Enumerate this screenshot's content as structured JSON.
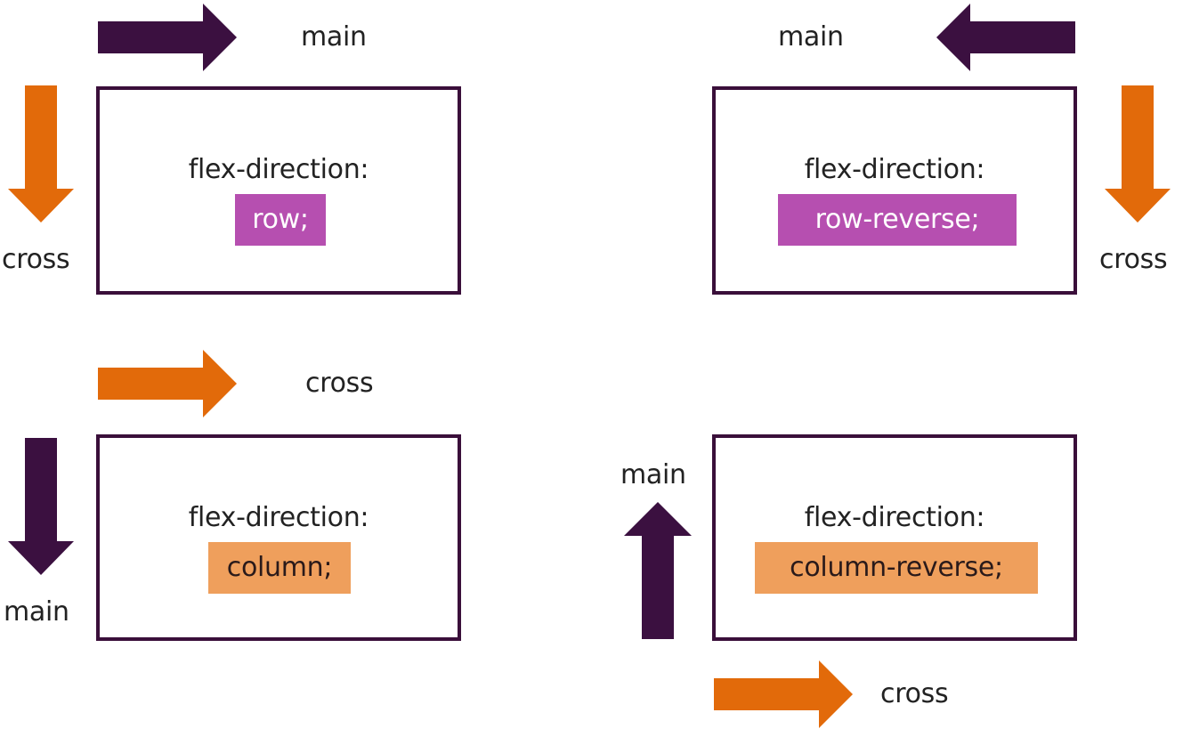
{
  "colors": {
    "main_axis": "#3b1040",
    "cross_axis": "#e26a0a",
    "row_value_bg": "#b64fb0",
    "column_value_bg": "#ef9f5c",
    "box_border": "#3a0f3a"
  },
  "icons": {
    "main": "arrow-icon (dark purple)",
    "cross": "arrow-icon (orange)"
  },
  "panels": {
    "row": {
      "property": "flex-direction:",
      "value": "row;",
      "main_label": "main",
      "cross_label": "cross",
      "main_direction": "right",
      "cross_direction": "down"
    },
    "row_reverse": {
      "property": "flex-direction:",
      "value": "row-reverse;",
      "main_label": "main",
      "cross_label": "cross",
      "main_direction": "left",
      "cross_direction": "down"
    },
    "column": {
      "property": "flex-direction:",
      "value": "column;",
      "main_label": "main",
      "cross_label": "cross",
      "main_direction": "down",
      "cross_direction": "right"
    },
    "column_reverse": {
      "property": "flex-direction:",
      "value": "column-reverse;",
      "main_label": "main",
      "cross_label": "cross",
      "main_direction": "up",
      "cross_direction": "right"
    }
  }
}
